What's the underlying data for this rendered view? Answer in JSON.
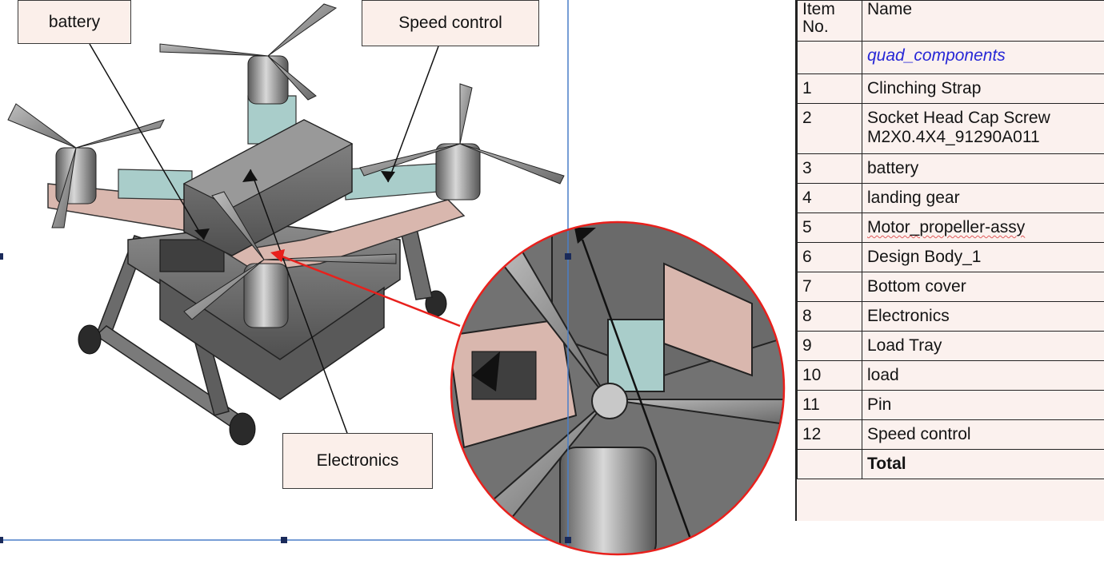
{
  "callouts": {
    "battery": "battery",
    "speed_control": "Speed control",
    "electronics": "Electronics"
  },
  "bom": {
    "header": {
      "item_no": "Item No.",
      "name": "Name"
    },
    "assembly_name": "quad_components",
    "rows": [
      {
        "no": "1",
        "name": "Clinching Strap"
      },
      {
        "no": "2",
        "name": "Socket Head Cap Screw M2X0.4X4_91290A011"
      },
      {
        "no": "3",
        "name": "battery"
      },
      {
        "no": "4",
        "name": "landing gear"
      },
      {
        "no": "5",
        "name": "Motor_propeller-assy"
      },
      {
        "no": "6",
        "name": "Design Body_1"
      },
      {
        "no": "7",
        "name": "Bottom cover"
      },
      {
        "no": "8",
        "name": "Electronics"
      },
      {
        "no": "9",
        "name": "Load Tray"
      },
      {
        "no": "10",
        "name": "load"
      },
      {
        "no": "11",
        "name": "Pin"
      },
      {
        "no": "12",
        "name": "Speed control"
      }
    ],
    "total_label": "Total"
  },
  "colors": {
    "callout_fill": "#fbefea",
    "arrow_red": "#e8201c",
    "frame_blue": "#4a7fc8",
    "body_gray": "#6f6f6f",
    "frame_pink": "#d9b7ae",
    "pad_teal": "#a9cdca"
  }
}
